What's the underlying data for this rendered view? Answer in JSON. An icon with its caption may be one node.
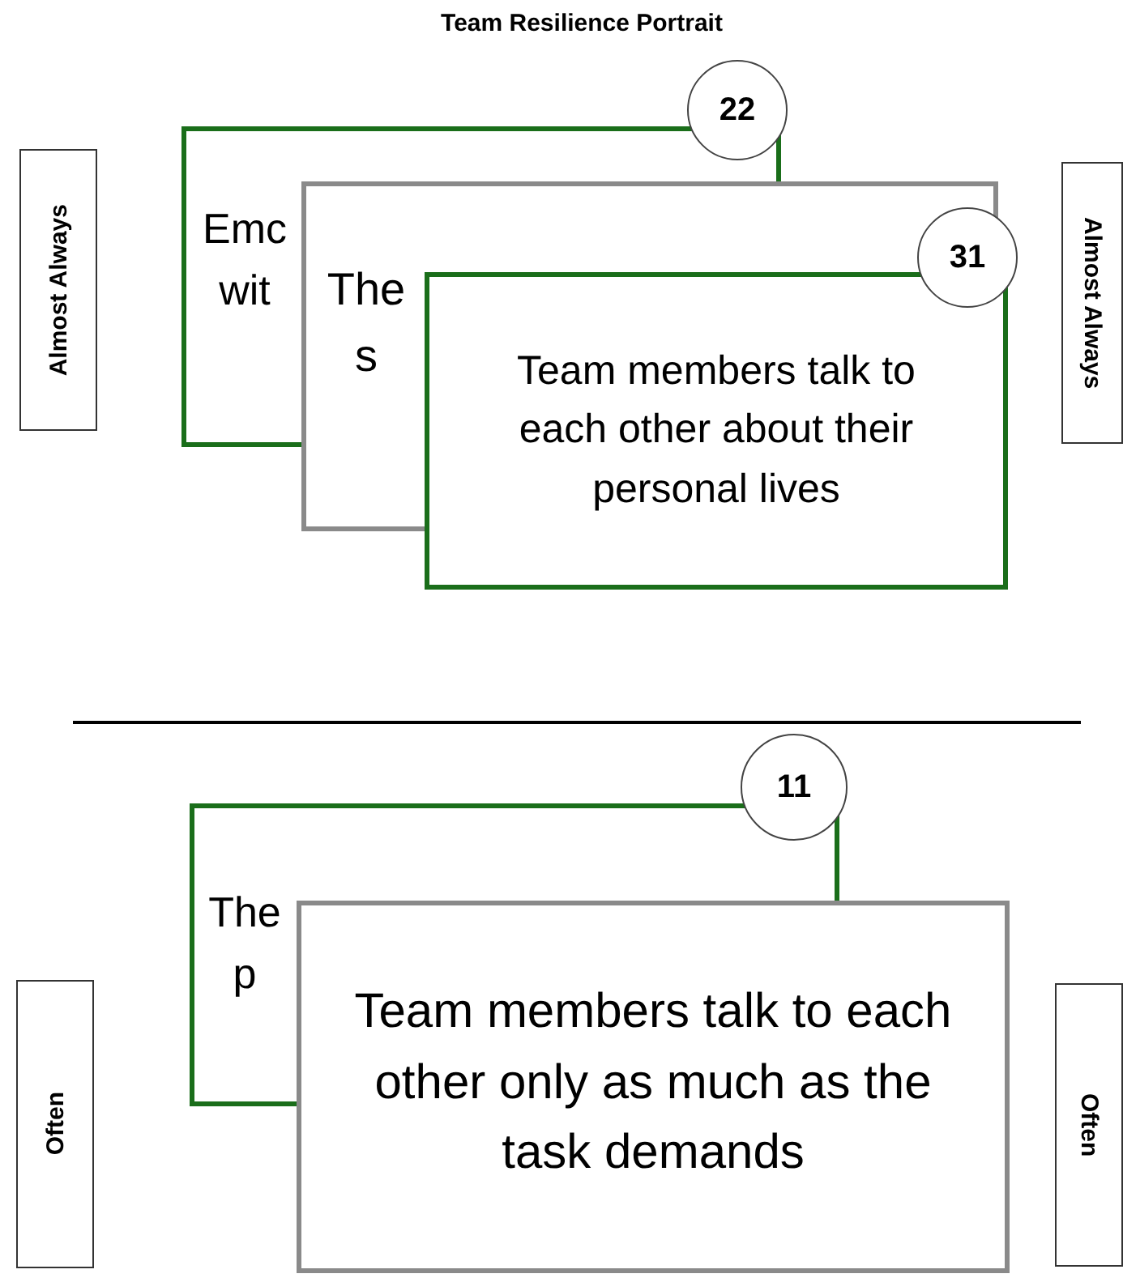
{
  "diagram": {
    "title": "Team Resilience Portrait",
    "nodes": [
      {
        "text": [
          "Almost Always"
        ]
      },
      {
        "text": [
          "Emc wit"
        ]
      },
      {
        "text": [
          "22"
        ]
      },
      {
        "text": [
          "The s"
        ]
      },
      {
        "text": [
          "Team members talk to each other about their personal lives"
        ]
      },
      {
        "text": [
          "31"
        ]
      },
      {
        "text": [
          "Almost Always"
        ]
      },
      {
        "text": [
          "The p"
        ]
      },
      {
        "text": [
          "11"
        ]
      },
      {
        "text": [
          "Often"
        ]
      },
      {
        "text": [
          "Team members talk to each other only as much as the task demands"
        ]
      },
      {
        "text": [
          "Often"
        ]
      }
    ]
  }
}
